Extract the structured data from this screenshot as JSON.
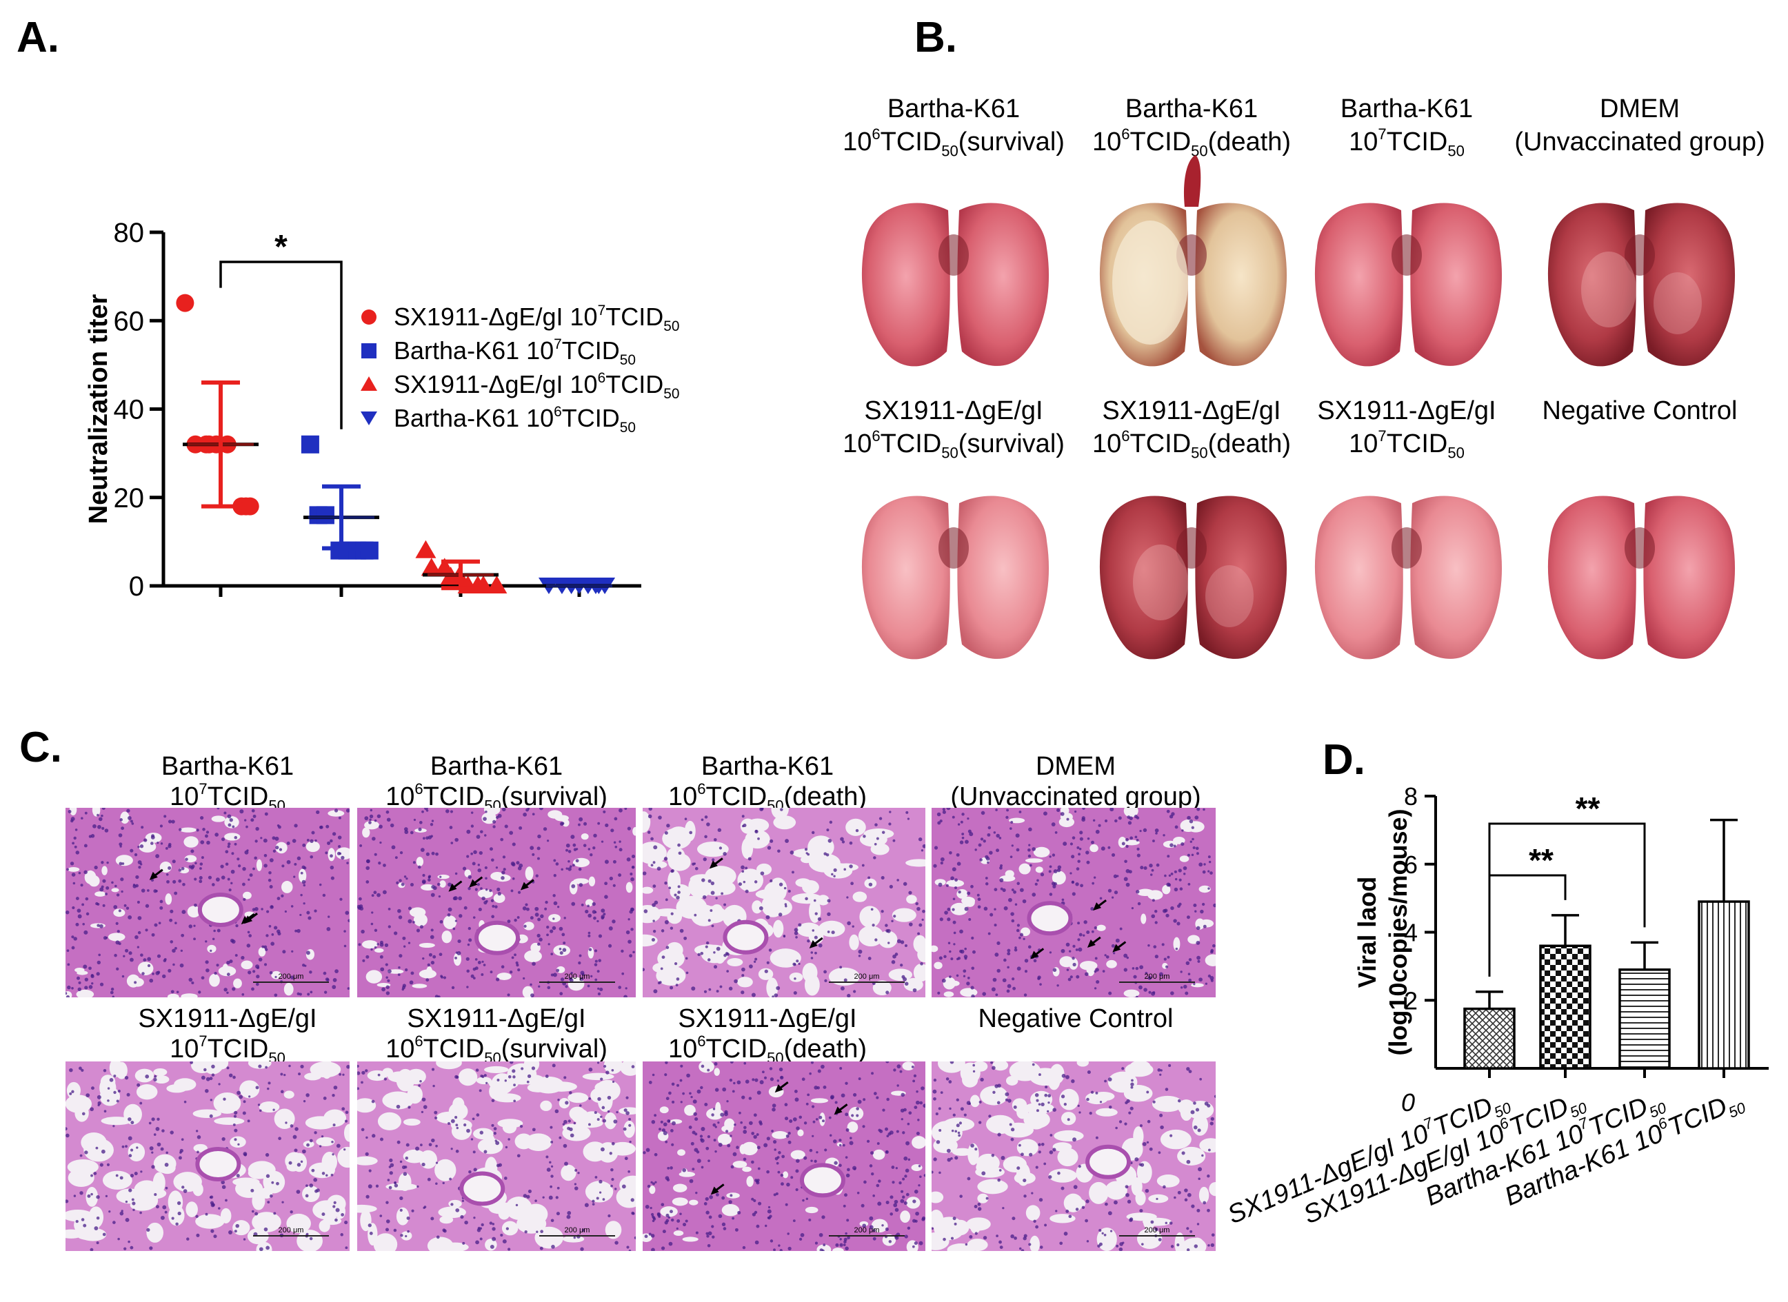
{
  "panels": {
    "a": {
      "letter": "A."
    },
    "b": {
      "letter": "B."
    },
    "c": {
      "letter": "C."
    },
    "d": {
      "letter": "D."
    }
  },
  "colors": {
    "red": "#e8211e",
    "blue": "#1f2fc0"
  },
  "chart_data": [
    {
      "id": "A",
      "type": "scatter",
      "ylabel": "Neutralization titer",
      "ylim": [
        0,
        80
      ],
      "yticks": [
        "0",
        "20",
        "40",
        "60",
        "80"
      ],
      "significance": "*",
      "legend_placement": "right",
      "series": [
        {
          "name": "SX1911-ΔgE/gI 10",
          "exp": "7",
          "unit": "TCID",
          "sub": "50",
          "marker": "circle",
          "color": "#e8211e",
          "values": [
            64,
            32,
            32,
            32,
            32,
            32,
            18,
            18,
            18
          ],
          "mean": 32,
          "sd": 14
        },
        {
          "name": "Bartha-K61 10",
          "exp": "7",
          "unit": "TCID",
          "sub": "50",
          "marker": "square",
          "color": "#1f2fc0",
          "values": [
            32,
            16,
            16,
            8,
            8,
            8,
            8,
            8
          ],
          "mean": 15.5,
          "sd": 7
        },
        {
          "name": "SX1911-ΔgE/gI 10",
          "exp": "6",
          "unit": "TCID",
          "sub": "50",
          "marker": "triangle-up",
          "color": "#e8211e",
          "values": [
            8,
            4,
            4,
            2,
            2,
            0,
            0,
            0,
            0
          ],
          "mean": 2.5,
          "sd": 3
        },
        {
          "name": "Bartha-K61 10",
          "exp": "6",
          "unit": "TCID",
          "sub": "50",
          "marker": "triangle-down",
          "color": "#1f2fc0",
          "values": [
            0,
            0,
            0,
            0,
            0,
            0,
            0,
            0
          ],
          "mean": 0,
          "sd": 0
        }
      ]
    },
    {
      "id": "D",
      "type": "bar",
      "ylabel_line1": "Viral laod",
      "ylabel_line2": "(log10copies/mouse)",
      "ylim": [
        0,
        8
      ],
      "yticks": [
        "0",
        "2",
        "4",
        "6",
        "8"
      ],
      "categories": [
        {
          "name": "SX1911-ΔgE/gI 10",
          "exp": "7",
          "unit": "TCID",
          "sub": "50"
        },
        {
          "name": "SX1911-ΔgE/gI 10",
          "exp": "6",
          "unit": "TCID",
          "sub": "50"
        },
        {
          "name": "Bartha-K61 10",
          "exp": "7",
          "unit": "TCID",
          "sub": "50"
        },
        {
          "name": "Bartha-K61 10",
          "exp": "6",
          "unit": "TCID",
          "sub": "50"
        }
      ],
      "values": [
        1.75,
        3.6,
        2.9,
        4.9
      ],
      "errors": [
        0.5,
        0.9,
        0.8,
        2.4
      ],
      "patterns": [
        "crosshatch",
        "checker",
        "horizontal",
        "vertical"
      ],
      "significance": [
        {
          "from": 0,
          "to": 1,
          "label": "**"
        },
        {
          "from": 0,
          "to": 2,
          "label": "**"
        }
      ]
    }
  ],
  "b_groups": [
    {
      "line1": "Bartha-K61",
      "line2_pre": "10",
      "exp": "6",
      "unit": "TCID",
      "sub": "50",
      "line2_post": "(survival)",
      "tone": "pink"
    },
    {
      "line1": "Bartha-K61",
      "line2_pre": "10",
      "exp": "6",
      "unit": "TCID",
      "sub": "50",
      "line2_post": "(death)",
      "tone": "yellow"
    },
    {
      "line1": "Bartha-K61",
      "line2_pre": "10",
      "exp": "7",
      "unit": "TCID",
      "sub": "50",
      "line2_post": "",
      "tone": "pink"
    },
    {
      "line1": "DMEM",
      "line2_pre": "(Unvaccinated group)",
      "exp": "",
      "unit": "",
      "sub": "",
      "line2_post": "",
      "tone": "dark"
    },
    {
      "line1": "SX1911-ΔgE/gI",
      "line2_pre": "10",
      "exp": "6",
      "unit": "TCID",
      "sub": "50",
      "line2_post": "(survival)",
      "tone": "light"
    },
    {
      "line1": "SX1911-ΔgE/gI",
      "line2_pre": "10",
      "exp": "6",
      "unit": "TCID",
      "sub": "50",
      "line2_post": "(death)",
      "tone": "dark"
    },
    {
      "line1": "SX1911-ΔgE/gI",
      "line2_pre": "10",
      "exp": "7",
      "unit": "TCID",
      "sub": "50",
      "line2_post": "",
      "tone": "light"
    },
    {
      "line1": "Negative Control",
      "line2_pre": "",
      "exp": "",
      "unit": "",
      "sub": "",
      "line2_post": "",
      "tone": "pink"
    }
  ],
  "c_groups": [
    {
      "line1": "Bartha-K61",
      "line2_pre": "10",
      "exp": "7",
      "unit": "TCID",
      "sub": "50",
      "line2_post": "",
      "scale": "200 μm",
      "arrows": 3
    },
    {
      "line1": "Bartha-K61",
      "line2_pre": "10",
      "exp": "6",
      "unit": "TCID",
      "sub": "50",
      "line2_post": "(survival)",
      "scale": "200 μm",
      "arrows": 3
    },
    {
      "line1": "Bartha-K61",
      "line2_pre": "10",
      "exp": "6",
      "unit": "TCID",
      "sub": "50",
      "line2_post": "(death)",
      "scale": "200 μm",
      "arrows": 2
    },
    {
      "line1": "DMEM",
      "line2_pre": "(Unvaccinated group)",
      "exp": "",
      "unit": "",
      "sub": "",
      "line2_post": "",
      "scale": "200 μm",
      "arrows": 4
    },
    {
      "line1": "SX1911-ΔgE/gI",
      "line2_pre": "10",
      "exp": "7",
      "unit": "TCID",
      "sub": "50",
      "line2_post": "",
      "scale": "200 μm",
      "arrows": 0
    },
    {
      "line1": "SX1911-ΔgE/gI",
      "line2_pre": "10",
      "exp": "6",
      "unit": "TCID",
      "sub": "50",
      "line2_post": "(survival)",
      "scale": "200 μm",
      "arrows": 0
    },
    {
      "line1": "SX1911-ΔgE/gI",
      "line2_pre": "10",
      "exp": "6",
      "unit": "TCID",
      "sub": "50",
      "line2_post": "(death)",
      "scale": "200 μm",
      "arrows": 3
    },
    {
      "line1": "Negative Control",
      "line2_pre": "",
      "exp": "",
      "unit": "",
      "sub": "",
      "line2_post": "",
      "scale": "200 μm",
      "arrows": 0
    }
  ]
}
